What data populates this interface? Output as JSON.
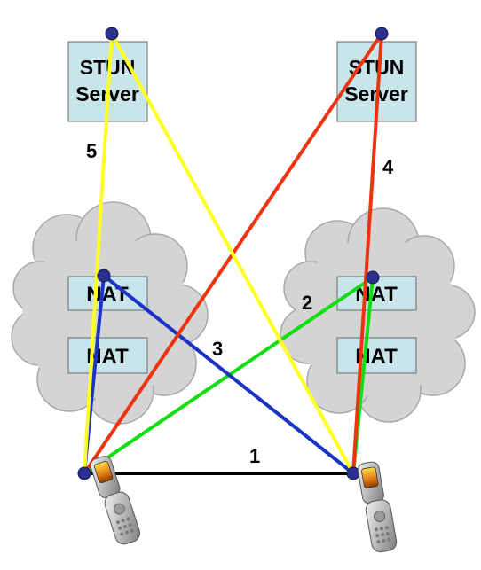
{
  "stun_left": {
    "line1": "STUN",
    "line2": "Server"
  },
  "stun_right": {
    "line1": "STUN",
    "line2": "Server"
  },
  "nat_left_top": "NAT",
  "nat_left_bottom": "NAT",
  "nat_right_top": "NAT",
  "nat_right_bottom": "NAT",
  "path_labels": {
    "p1": "1",
    "p2": "2",
    "p3": "3",
    "p4": "4",
    "p5": "5"
  },
  "colors": {
    "box_fill": "#c8e6ea",
    "cloud_fill": "#d4d4d4",
    "node_fill": "#2b2f8f",
    "path1": "#000000",
    "path2": "#11dd11",
    "path3": "#1a33c4",
    "path4": "#ee3311",
    "path5": "#ffff22"
  },
  "icons": {
    "node": "endpoint-node-icon",
    "phone": "mobile-phone-icon"
  }
}
